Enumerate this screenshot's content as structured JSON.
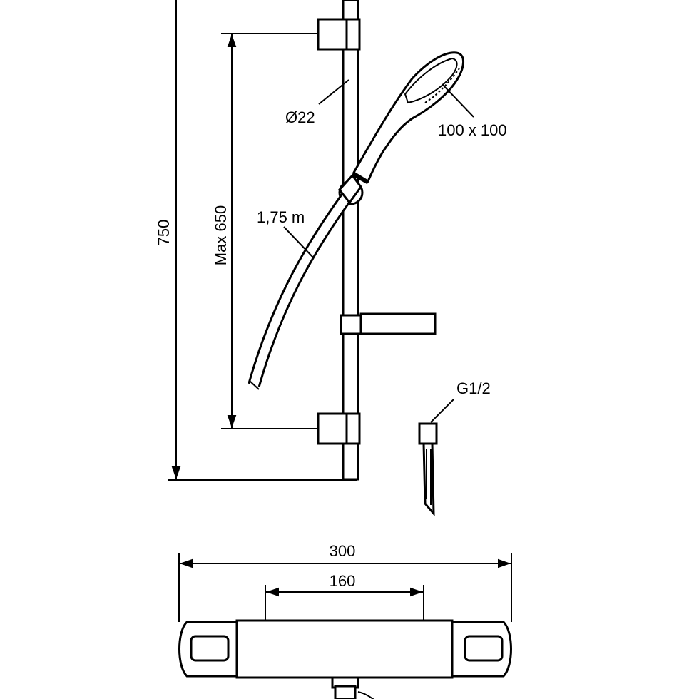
{
  "drawing": {
    "labels": {
      "total_height": "750",
      "rail_span": "Max 650",
      "rail_diameter": "Ø22",
      "hose_length": "1,75 m",
      "head_size": "100 x 100",
      "connection": "G1/2",
      "mixer_width": "300",
      "mixer_centers": "160"
    },
    "colors": {
      "line": "#000000",
      "background": "#ffffff"
    }
  }
}
